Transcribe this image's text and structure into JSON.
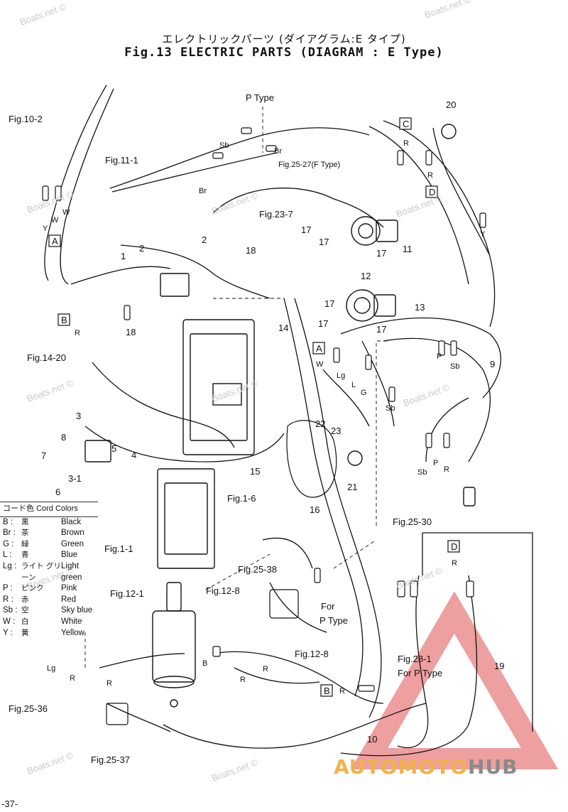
{
  "title": {
    "jp": "エレクトリックパーツ (ダイアグラム:E タイプ)",
    "en": "Fig.13 ELECTRIC PARTS (DIAGRAM : E Type)"
  },
  "watermark": "Boats.net ©",
  "page_number": "-37-",
  "logo": {
    "part1": "AUTOMOTO",
    "part2": "HUB"
  },
  "figure_refs": [
    "Fig.10-2",
    "Fig.11-1",
    "Fig.25-27(F Type)",
    "Fig.23-7",
    "Fig.14-20",
    "Fig.1-6",
    "Fig.1-1",
    "Fig.25-38",
    "Fig.12-1",
    "Fig.12-8",
    "Fig.12-8",
    "Fig.25-36",
    "Fig.25-37",
    "Fig.25-30",
    "Fig.28-1",
    "For P Type"
  ],
  "part_numbers": [
    "1",
    "2",
    "2",
    "3",
    "3-1",
    "4",
    "5",
    "6",
    "7",
    "8",
    "9",
    "10",
    "11",
    "12",
    "13",
    "14",
    "15",
    "16",
    "17",
    "17",
    "17",
    "17",
    "17",
    "17",
    "18",
    "18",
    "19",
    "20",
    "21",
    "22",
    "23"
  ],
  "wire_codes": [
    "Y",
    "W",
    "W",
    "R",
    "Sb",
    "Br",
    "Br",
    "R",
    "R",
    "Y",
    "W",
    "Lg",
    "L",
    "G",
    "Sb",
    "P",
    "Sb",
    "Sb",
    "P",
    "R",
    "R",
    "B",
    "R",
    "R",
    "Lg",
    "R",
    "R",
    "R"
  ],
  "connector_tags": [
    "A",
    "B",
    "C",
    "D",
    "A",
    "D",
    "B"
  ],
  "labels": {
    "p_type": "P Type",
    "for": "For",
    "p_type2": "P Type"
  },
  "legend": {
    "header": "コード色 Cord Colors",
    "rows": [
      {
        "code": "B :",
        "jp": "黒",
        "en": "Black"
      },
      {
        "code": "Br :",
        "jp": "茶",
        "en": "Brown"
      },
      {
        "code": "G :",
        "jp": "緑",
        "en": "Green"
      },
      {
        "code": "L :",
        "jp": "青",
        "en": "Blue"
      },
      {
        "code": "Lg :",
        "jp": "ライト グリーン",
        "en": "Light green"
      },
      {
        "code": "P :",
        "jp": "ピンク",
        "en": "Pink"
      },
      {
        "code": "R :",
        "jp": "赤",
        "en": "Red"
      },
      {
        "code": "Sb :",
        "jp": "空",
        "en": "Sky blue"
      },
      {
        "code": "W :",
        "jp": "白",
        "en": "White"
      },
      {
        "code": "Y :",
        "jp": "黄",
        "en": "Yellow"
      }
    ]
  },
  "colors": {
    "line": "#111111",
    "watermark": "#c9c9c9",
    "logo_triangle": "#e05050",
    "logo_auto": "#f2b24a",
    "logo_hub": "#8a8a8a"
  }
}
